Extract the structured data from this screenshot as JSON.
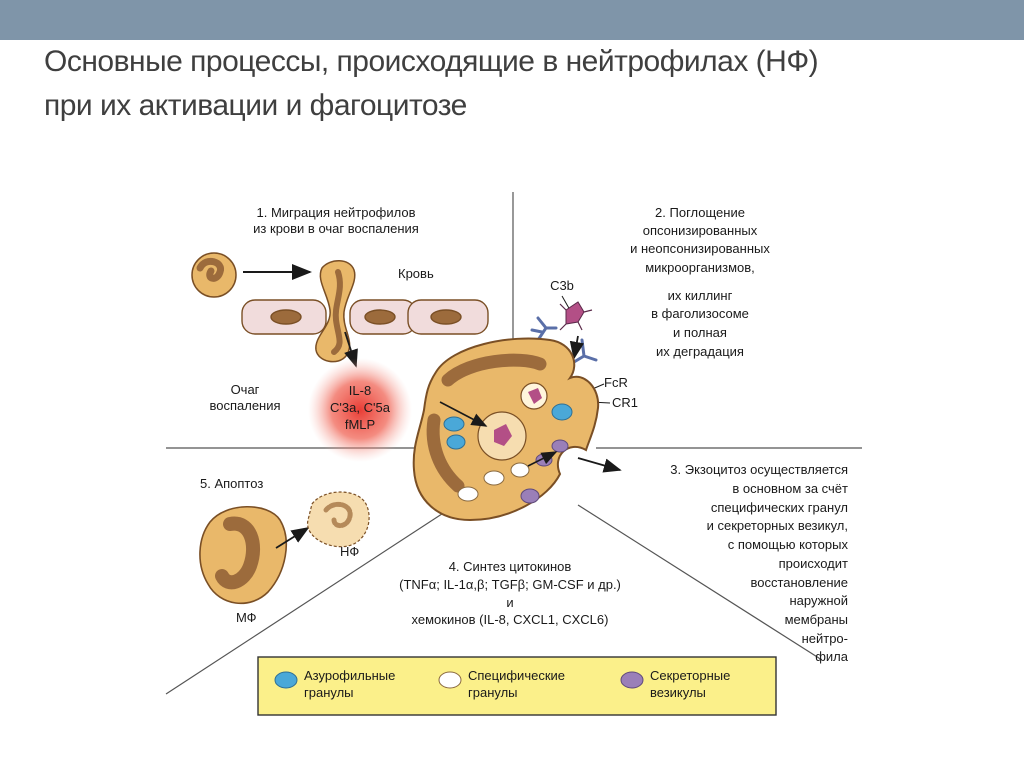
{
  "slide": {
    "title_line1": "Основные процессы, происходящие в нейтрофилах (НФ)",
    "title_line2": "при их активации и фагоцитозе"
  },
  "sections": {
    "migration": [
      "1. Миграция нейтрофилов",
      "из крови в очаг воспаления"
    ],
    "blood": "Кровь",
    "focus": [
      "Очаг",
      "воспаления"
    ],
    "mediators": [
      "IL-8",
      "C'3a, C'5a",
      "fMLP"
    ],
    "uptake": [
      "2. Поглощение",
      "опсонизированных",
      "и неопсонизированных",
      "микроорганизмов,",
      "их киллинг",
      "в фаголизосоме",
      "и полная",
      "их деградация"
    ],
    "c3b": "C3b",
    "fcr": "FcR",
    "cr1": "CR1",
    "exocytosis": [
      "3. Экзоцитоз осуществляется",
      "в основном за счёт",
      "специфических гранул",
      "и секреторных везикул,",
      "с помощью которых",
      "происходит",
      "восстановление",
      "наружной",
      "мембраны",
      "нейтро-",
      "фила"
    ],
    "cytokines": [
      "4. Синтез цитокинов",
      "(TNFα; IL-1α,β; TGFβ; GM-CSF и др.)",
      "и",
      "хемокинов (IL-8, CXCL1, CXCL6)"
    ],
    "apoptosis": "5. Апоптоз",
    "nf": "НФ",
    "mf": "МФ"
  },
  "legend": [
    {
      "line1": "Азурофильные",
      "line2": "гранулы",
      "color": "#4aa8d8"
    },
    {
      "line1": "Специфические",
      "line2": "гранулы",
      "color": "#ffffff"
    },
    {
      "line1": "Секреторные",
      "line2": "везикулы",
      "color": "#9a7fb8"
    }
  ],
  "colors": {
    "cytoplasm": "#e9b86a",
    "nucleus": "#9c6b3c",
    "endothelium": "#f1dcdc",
    "mediator_glow": "#e8322a",
    "legend_bg": "#fbf08a"
  }
}
